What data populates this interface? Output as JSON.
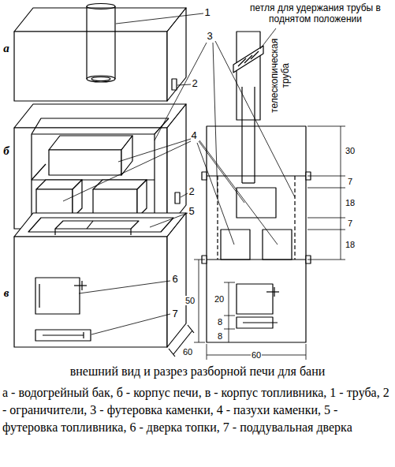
{
  "diagram": {
    "caption": "внешний вид и разрез разборной печи для бани",
    "labels": [
      "а",
      "б",
      "в",
      "1",
      "2",
      "2",
      "3",
      "4",
      "5",
      "6",
      "7",
      "петля для удержания трубы в поднятом положении",
      "телескопическая труба",
      "30",
      "7",
      "18",
      "7",
      "18",
      "50",
      "20",
      "8",
      "8",
      "60",
      "60",
      "а - водогрейный бак, б - корпус печи, в - корпус топливника, 1 - труба, 2 - ограничители, 3 - футеровка каменки, 4 - пазухи каменки, 5 - футеровка топливника, 6 - дверка топки, 7 - поддувальная дверка"
    ]
  }
}
